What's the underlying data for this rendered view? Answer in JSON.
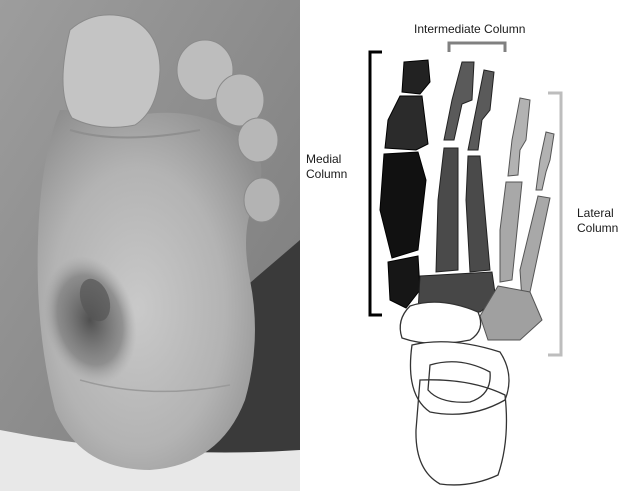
{
  "labels": {
    "intermediate": "Intermediate Column",
    "medial_line1": "Medial",
    "medial_line2": "Column",
    "lateral_line1": "Lateral",
    "lateral_line2": "Column"
  },
  "colors": {
    "medial_column": "#111111",
    "intermediate_column": "#4a4a4a",
    "lateral_column": "#a8a8a8",
    "medial_bracket": "#000000",
    "intermediate_bracket": "#808080",
    "lateral_bracket": "#bdbdbd"
  }
}
